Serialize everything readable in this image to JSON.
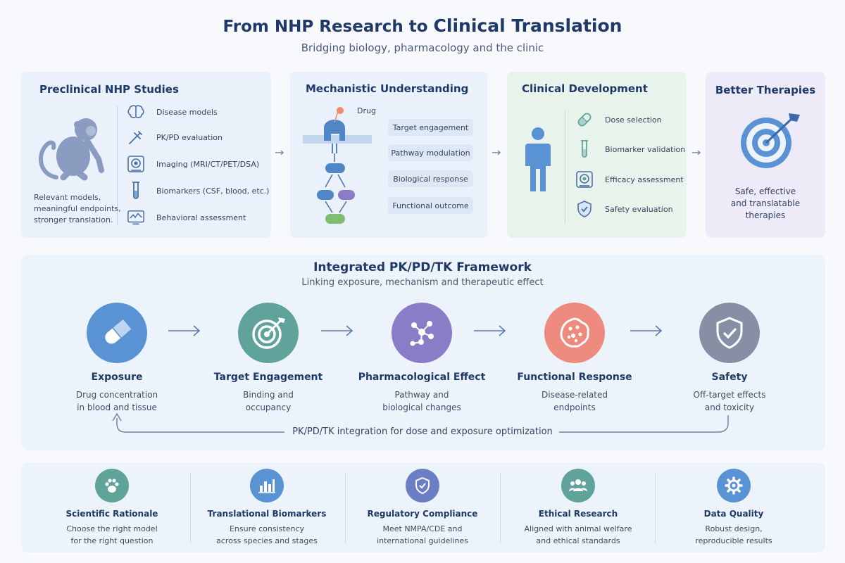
{
  "header": {
    "title_part1": "From NHP Research to ",
    "title_part2": "Clinical Translation",
    "subtitle": "Bridging biology, pharmacology and the clinic"
  },
  "preclinical": {
    "title": "Preclinical NHP Studies",
    "items": [
      {
        "label": "Disease models",
        "icon": "brain-icon"
      },
      {
        "label": "PK/PD evaluation",
        "icon": "syringe-icon"
      },
      {
        "label": "Imaging (MRI/CT/PET/DSA)",
        "icon": "scanner-icon"
      },
      {
        "label": "Biomarkers (CSF, blood, etc.)",
        "icon": "test-tube-icon"
      },
      {
        "label": "Behavioral assessment",
        "icon": "monitor-chart-icon"
      }
    ],
    "note_lines": [
      "Relevant models,",
      "meaningful endpoints,",
      "stronger translation."
    ]
  },
  "mechanistic": {
    "title": "Mechanistic Understanding",
    "drug_label": "Drug",
    "steps": [
      "Target engagement",
      "Pathway modulation",
      "Biological response",
      "Functional outcome"
    ]
  },
  "clinical": {
    "title": "Clinical Development",
    "items": [
      {
        "label": "Dose selection",
        "icon": "capsule-icon"
      },
      {
        "label": "Biomarker validation",
        "icon": "test-tube-icon"
      },
      {
        "label": "Efficacy assessment",
        "icon": "scanner-icon"
      },
      {
        "label": "Safety evaluation",
        "icon": "shield-check-icon"
      }
    ]
  },
  "therapies": {
    "title": "Better Therapies",
    "note_lines": [
      "Safe, effective",
      "and translatable",
      "therapies"
    ]
  },
  "framework": {
    "title": "Integrated PK/PD/TK Framework",
    "subtitle": "Linking exposure, mechanism and therapeutic effect",
    "stages": [
      {
        "name": "Exposure",
        "desc": [
          "Drug concentration",
          "in blood and tissue"
        ],
        "color": "#5a93d4",
        "icon": "pill-icon"
      },
      {
        "name": "Target Engagement",
        "desc": [
          "Binding and",
          "occupancy"
        ],
        "color": "#5fa39a",
        "icon": "target-icon"
      },
      {
        "name": "Pharmacological Effect",
        "desc": [
          "Pathway and",
          "biological changes"
        ],
        "color": "#8b7cc8",
        "icon": "network-icon"
      },
      {
        "name": "Functional Response",
        "desc": [
          "Disease-related",
          "endpoints"
        ],
        "color": "#ef8a7e",
        "icon": "cell-icon"
      },
      {
        "name": "Safety",
        "desc": [
          "Off-target effects",
          "and toxicity"
        ],
        "color": "#868fa3",
        "icon": "shield-check-icon"
      }
    ],
    "loop_label": "PK/PD/TK integration for dose and exposure optimization"
  },
  "principles": [
    {
      "name": "Scientific Rationale",
      "desc": [
        "Choose the right model",
        "for the right question"
      ],
      "color": "#5fa39a",
      "icon": "paw-icon"
    },
    {
      "name": "Translational Biomarkers",
      "desc": [
        "Ensure consistency",
        "across species and stages"
      ],
      "color": "#5a93d4",
      "icon": "bar-chart-icon"
    },
    {
      "name": "Regulatory Compliance",
      "desc": [
        "Meet NMPA/CDE and",
        "international guidelines"
      ],
      "color": "#6d7fc4",
      "icon": "shield-check-icon"
    },
    {
      "name": "Ethical Research",
      "desc": [
        "Aligned with animal welfare",
        "and ethical standards"
      ],
      "color": "#5fa39a",
      "icon": "people-icon"
    },
    {
      "name": "Data Quality",
      "desc": [
        "Robust design,",
        "reproducible results"
      ],
      "color": "#5a93d4",
      "icon": "gear-icon"
    }
  ]
}
